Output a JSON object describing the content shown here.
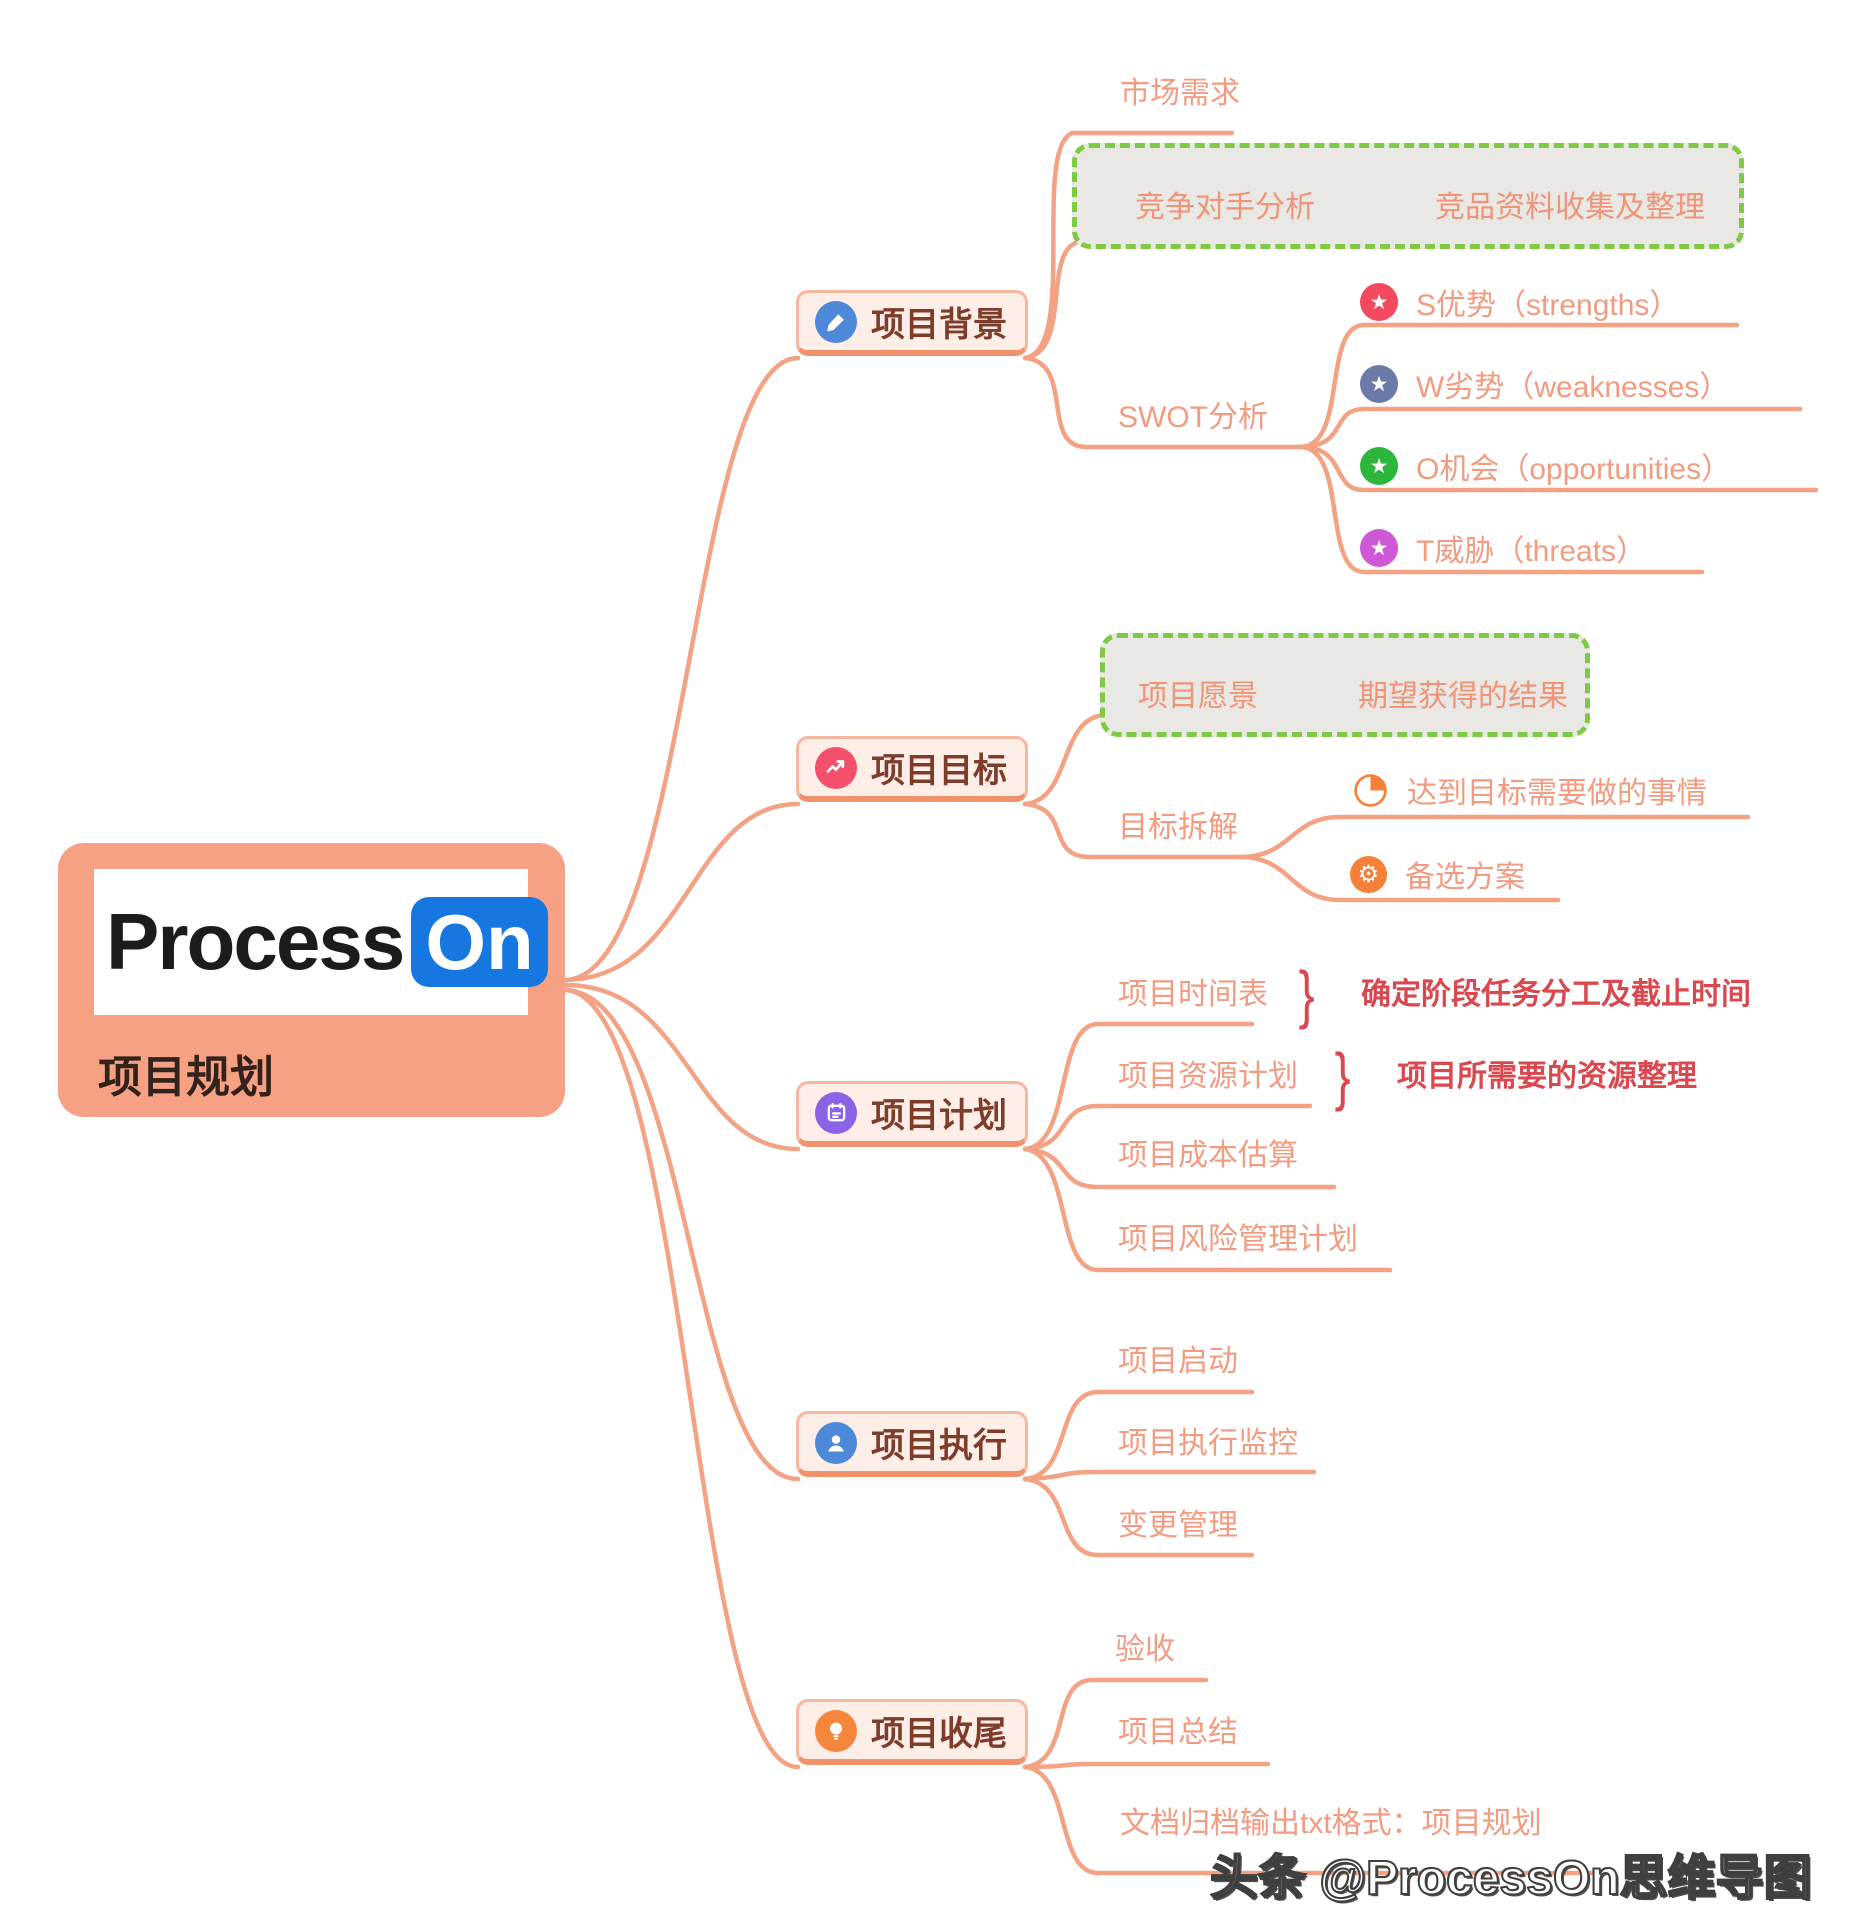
{
  "root": {
    "logo_word": "Process",
    "logo_badge": "On",
    "subtitle": "项目规划"
  },
  "branches": {
    "background": {
      "label": "项目背景",
      "children": {
        "market": "市场需求",
        "competitor": "竞争对手分析",
        "competitor_note": "竞品资料收集及整理",
        "swot": "SWOT分析",
        "s": "S优势（strengths）",
        "w": "W劣势（weaknesses）",
        "o": "O机会（opportunities）",
        "t": "T威胁（threats）"
      }
    },
    "goal": {
      "label": "项目目标",
      "children": {
        "vision": "项目愿景",
        "vision_note": "期望获得的结果",
        "decompose": "目标拆解",
        "todo": "达到目标需要做的事情",
        "alternative": "备选方案"
      }
    },
    "plan": {
      "label": "项目计划",
      "children": {
        "schedule": "项目时间表",
        "schedule_note": "确定阶段任务分工及截止时间",
        "resource": "项目资源计划",
        "resource_note": "项目所需要的资源整理",
        "cost": "项目成本估算",
        "risk": "项目风险管理计划"
      }
    },
    "execution": {
      "label": "项目执行",
      "children": {
        "kickoff": "项目启动",
        "monitor": "项目执行监控",
        "change": "变更管理"
      }
    },
    "closing": {
      "label": "项目收尾",
      "children": {
        "acceptance": "验收",
        "summary": "项目总结",
        "archive": "文档归档输出txt格式：项目规划"
      }
    }
  },
  "glyphs": {
    "star": "★",
    "gear": "⚙",
    "brace": "}"
  },
  "watermark": "头条 @ProcessOn思维导图",
  "colors": {
    "branch_line": "#f4a284",
    "leaf_text": "#f29b80",
    "topic_text": "#7e3c2a",
    "topic_bg": "#fdeee7",
    "root_bg": "#f7a184",
    "logo_blue": "#1677e0",
    "group_bg": "#e9e8e5",
    "group_border": "#7fc944",
    "callout_red": "#d9484e",
    "badge_blue": "#4d88d9",
    "badge_red": "#f2506b",
    "badge_purple": "#8a63e6",
    "badge_orange": "#f6863c",
    "star_s": "#f4495f",
    "star_w": "#6b7aa6",
    "star_o": "#2db53c",
    "star_t": "#cf58d6"
  }
}
